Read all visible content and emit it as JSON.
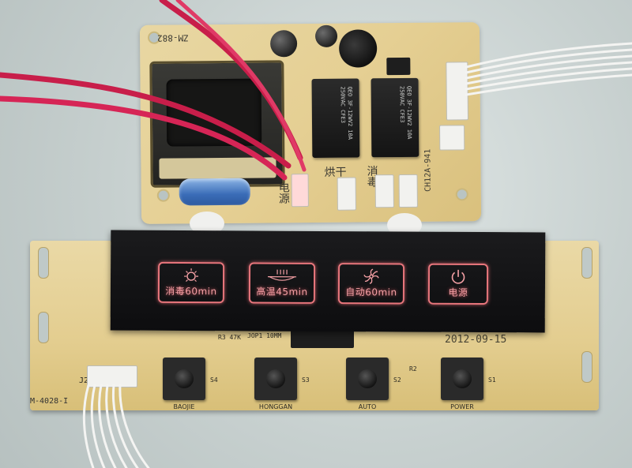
{
  "power_board": {
    "model": "ZM-882",
    "part_no": "CH12A-941",
    "silk_roast": "烘干",
    "silk_disinfect": "消毒",
    "silk_power": "电源",
    "relay_text": "QEO 3F-12WV2 10A 250VAC CFE3"
  },
  "control_board": {
    "date": "2012-09-15",
    "board_id": "M-4028-I",
    "silk_jop": "JOP1 10MM",
    "silk_r3": "R3 47K",
    "silk_r2": "R2"
  },
  "touch_panel": {
    "keys": [
      {
        "icon": "sun-icon",
        "label": "消毒60min"
      },
      {
        "icon": "dish-steam-icon",
        "label": "高温45min"
      },
      {
        "icon": "fan-icon",
        "label": "自动60min"
      },
      {
        "icon": "power-icon",
        "label": "电源"
      }
    ],
    "glow_color": "#e8767c"
  },
  "switches": [
    {
      "code": "S4",
      "label": "BAOJIE"
    },
    {
      "code": "S3",
      "label": "HONGGAN"
    },
    {
      "code": "S2",
      "label": "AUTO"
    },
    {
      "code": "S1",
      "label": "POWER"
    }
  ],
  "connector_label": "J2"
}
